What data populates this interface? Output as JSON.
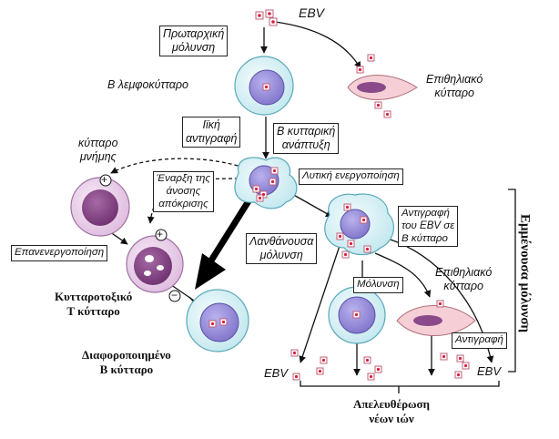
{
  "labels": {
    "ebv_top": "EBV",
    "primary_infection": [
      "Πρωταρχική",
      "μόλυνση"
    ],
    "b_lymphocyte": "Β λεμφοκύτταρο",
    "epithelial_top": [
      "Επιθηλιακό",
      "κύτταρο"
    ],
    "viral_replication": [
      "Ιϊκή",
      "αντιγραφή"
    ],
    "b_cell_development": [
      "Β κυτταρική",
      "ανάπτυξη"
    ],
    "memory_cell": [
      "κύτταρο",
      "μνήμης"
    ],
    "immune_response_start": [
      "Έναρξη της",
      "άνοσης",
      "απόκρισης"
    ],
    "lytic_activation": "Λυτική ενεργοποίηση",
    "reactivation": "Επανενεργοποίηση",
    "latent_infection": [
      "Λανθάνουσα",
      "μόλυνση"
    ],
    "ebv_replication_in_b": [
      "Αντιγραφή",
      "του EBV σε",
      "Β κύτταρο"
    ],
    "cytotoxic_t_cell": [
      "Κυτταροτοξικό",
      "Τ κύτταρο"
    ],
    "infection": "Μόλυνση",
    "epithelial_right": [
      "Επιθηλιακό",
      "κύτταρο"
    ],
    "replication": "Αντιγραφή",
    "differentiated_b": [
      "Διαφοροποιημένο",
      "Β κύτταρο"
    ],
    "ebv_left": "EBV",
    "ebv_right": "EBV",
    "release_new_virions": [
      "Απελευθέρωση",
      "νέων ιών"
    ],
    "persistent_infection": "Εμμένουσα μόλυνση",
    "plus_1": "+",
    "plus_2": "+",
    "minus": "−"
  },
  "colors": {
    "cell_outer": "#cfeef3",
    "nucleus": "#9a8fd6",
    "memory_nucleus": "#8a4a8a",
    "memory_outer": "#ead0ea",
    "epithelial": "#f6cfd6",
    "virion_border": "#c0607a",
    "virion_dot": "#d8203c",
    "arrow": "#111111"
  }
}
